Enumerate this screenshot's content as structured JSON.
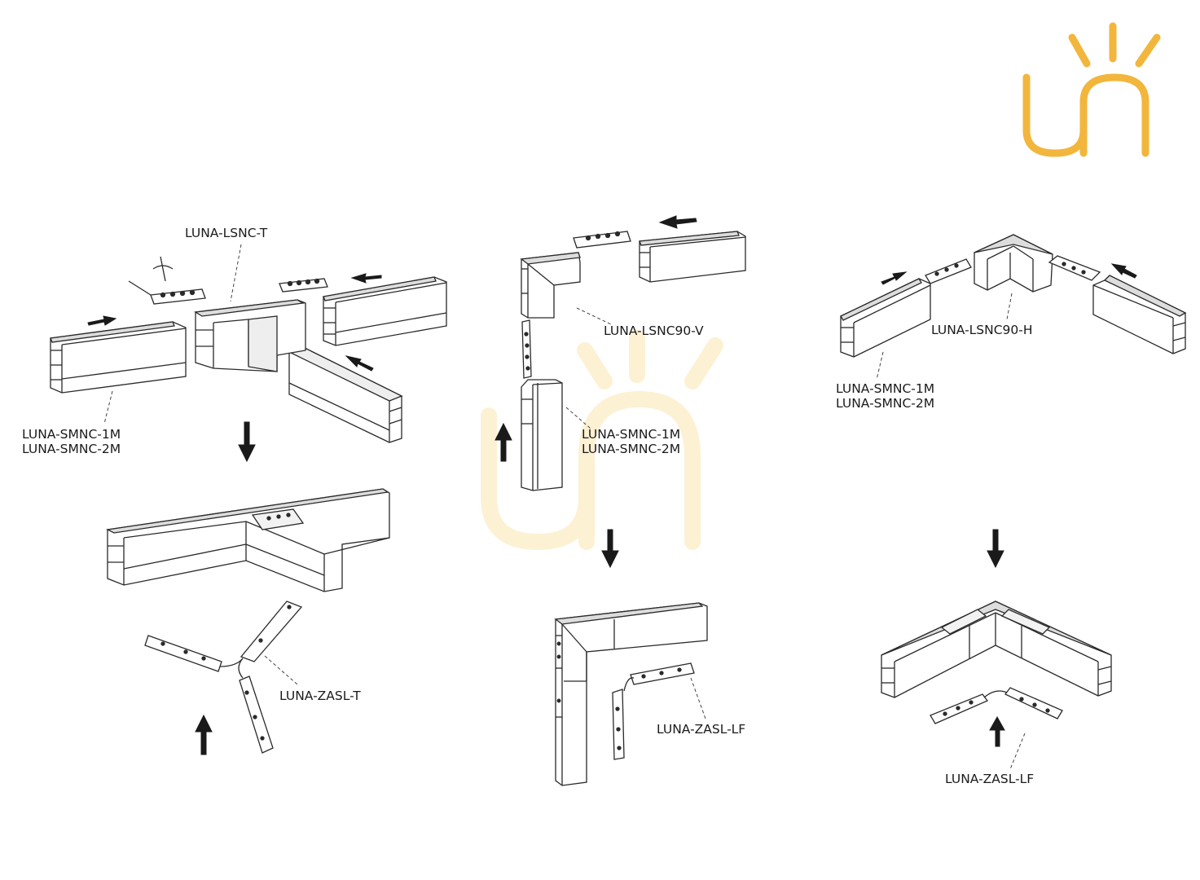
{
  "brand": {
    "logo_text": "un",
    "accent_color": "#f2b63c"
  },
  "labels": {
    "tee_connector": "LUNA-LSNC-T",
    "tee_profile_line1": "LUNA-SMNC-1M",
    "tee_profile_line2": "LUNA-SMNC-2M",
    "tee_electrical": "LUNA-ZASL-T",
    "vertical_corner": "LUNA-LSNC90-V",
    "vertical_profile_line1": "LUNA-SMNC-1M",
    "vertical_profile_line2": "LUNA-SMNC-2M",
    "vertical_electrical": "LUNA-ZASL-LF",
    "horizontal_corner": "LUNA-LSNC90-H",
    "horizontal_profile_line1": "LUNA-SMNC-1M",
    "horizontal_profile_line2": "LUNA-SMNC-2M",
    "horizontal_electrical": "LUNA-ZASL-LF"
  },
  "colors": {
    "line": "#2a2a2a",
    "fill": "#ffffff",
    "shade": "#e9e9e9",
    "watermark": "#fdf3dc"
  }
}
